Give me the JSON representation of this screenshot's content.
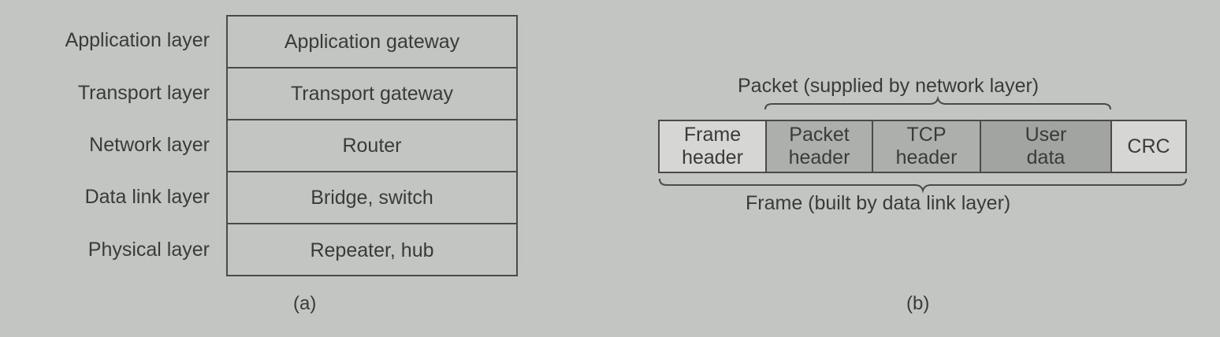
{
  "panel_a": {
    "caption": "(a)",
    "rows": [
      {
        "layer": "Application layer",
        "device": "Application gateway"
      },
      {
        "layer": "Transport layer",
        "device": "Transport gateway"
      },
      {
        "layer": "Network layer",
        "device": "Router"
      },
      {
        "layer": "Data link layer",
        "device": "Bridge, switch"
      },
      {
        "layer": "Physical layer",
        "device": "Repeater, hub"
      }
    ]
  },
  "panel_b": {
    "caption": "(b)",
    "packet_label": "Packet (supplied by network layer)",
    "frame_label": "Frame (built by data link layer)",
    "fields": [
      {
        "line1": "Frame",
        "line2": "header"
      },
      {
        "line1": "Packet",
        "line2": "header"
      },
      {
        "line1": "TCP",
        "line2": "header"
      },
      {
        "line1": "User",
        "line2": "data"
      },
      {
        "line1": "CRC",
        "line2": ""
      }
    ]
  }
}
